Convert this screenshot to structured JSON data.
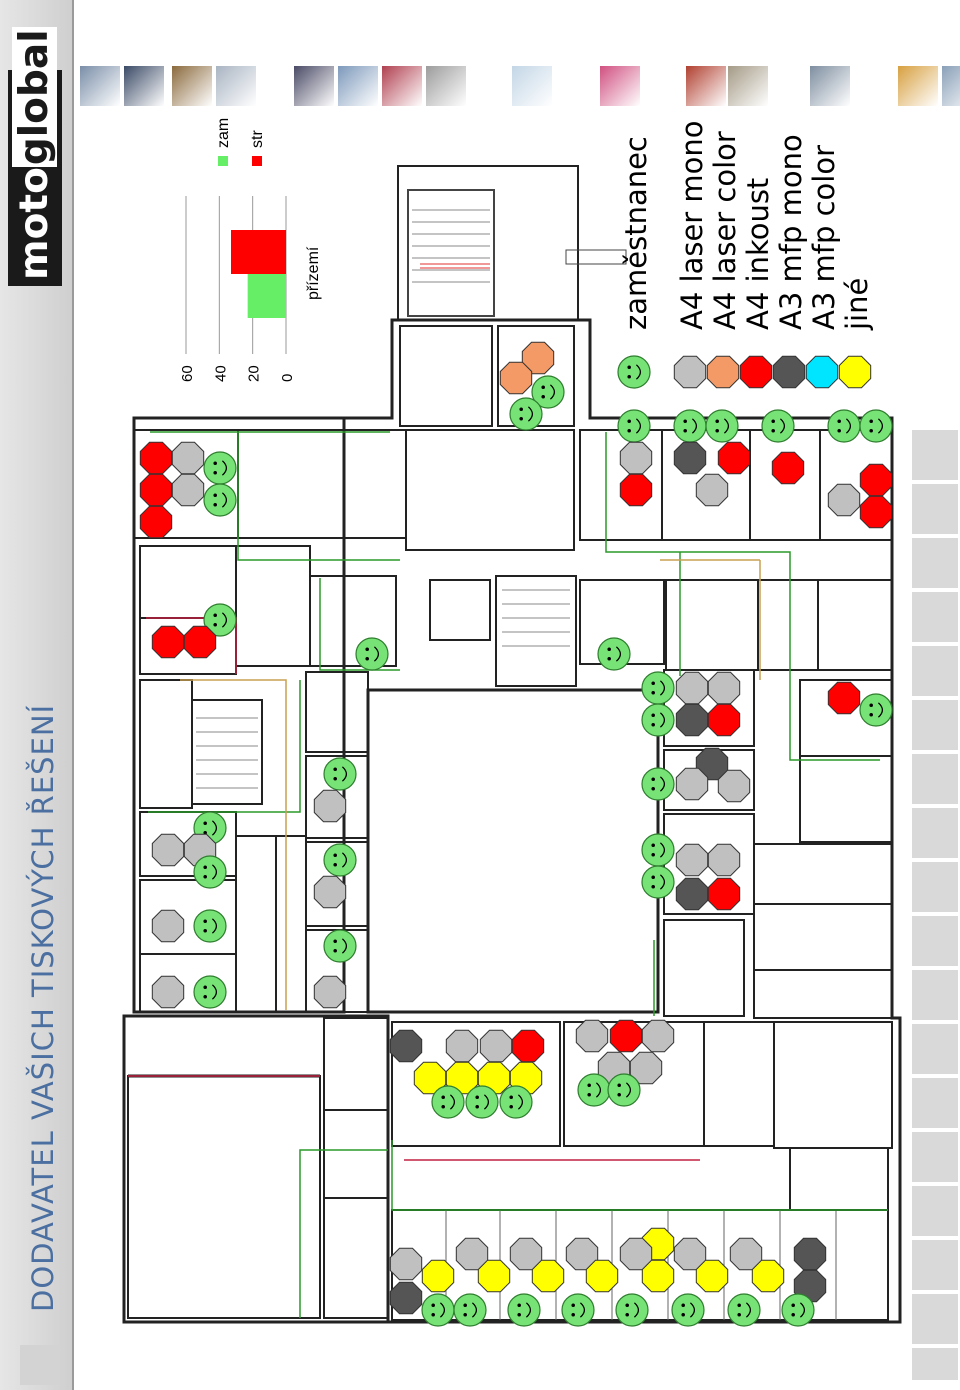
{
  "header": {
    "title": "DODAVATEL VAŠICH TISKOVÝCH ŘEŠENÍ",
    "logo_part1": "moto",
    "logo_part2": "global"
  },
  "thumbnails": {
    "colors": [
      "#7a8ea8",
      "#3a4a66",
      "#8b6a3d",
      "#a9b4c2",
      "#4a4a66",
      "#7d99bb",
      "#b04050",
      "#9c9c9c",
      "#c3d6e6",
      "#d05080",
      "#b04030",
      "#a49a86",
      "#7e8ea0",
      "#d7a040",
      "#8aa0b8"
    ]
  },
  "legend_icons": {
    "employee": "smiley-face-icon",
    "printer": "octagon-icon"
  },
  "chart_data": {
    "type": "bar",
    "categories": [
      "přízemí"
    ],
    "series": [
      {
        "name": "zam",
        "values": [
          23
        ],
        "color": "#66ee66"
      },
      {
        "name": "str",
        "values": [
          33
        ],
        "color": "#ff0000"
      }
    ],
    "yticks": [
      "60",
      "40",
      "20",
      "0"
    ],
    "ylim": [
      0,
      60
    ],
    "orientation": "rotated-90",
    "legend_placement": "right"
  },
  "legend": {
    "employee_label": "zaměstnanec",
    "items": [
      {
        "label": "A4 laser mono",
        "color": "#c0c0c0"
      },
      {
        "label": "A4 laser color",
        "color": "#f49a66"
      },
      {
        "label": "A4 inkoust",
        "color": "#ff0000"
      },
      {
        "label": "A3 mfp mono",
        "color": "#555555"
      },
      {
        "label": "A3 mfp color",
        "color": "#00e5ff"
      },
      {
        "label": "jiné",
        "color": "#ffff00"
      }
    ]
  },
  "markers": {
    "colors": {
      "g": "#c0c0c0",
      "o": "#f49a66",
      "r": "#ff0000",
      "d": "#555555",
      "y": "#ffff00",
      "s": "#77e377"
    },
    "items": [
      [
        "o",
        538,
        358
      ],
      [
        "o",
        516,
        378
      ],
      [
        "s",
        548,
        392
      ],
      [
        "s",
        526,
        414
      ],
      [
        "s",
        634,
        426
      ],
      [
        "s",
        690,
        426
      ],
      [
        "s",
        722,
        426
      ],
      [
        "s",
        778,
        426
      ],
      [
        "s",
        844,
        426
      ],
      [
        "s",
        876,
        426
      ],
      [
        "g",
        636,
        458
      ],
      [
        "d",
        690,
        458
      ],
      [
        "r",
        734,
        458
      ],
      [
        "r",
        788,
        468
      ],
      [
        "r",
        876,
        480
      ],
      [
        "r",
        636,
        490
      ],
      [
        "g",
        712,
        490
      ],
      [
        "g",
        844,
        500
      ],
      [
        "r",
        876,
        512
      ],
      [
        "r",
        156,
        458
      ],
      [
        "g",
        188,
        458
      ],
      [
        "s",
        220,
        468
      ],
      [
        "r",
        156,
        490
      ],
      [
        "g",
        188,
        490
      ],
      [
        "s",
        220,
        500
      ],
      [
        "r",
        156,
        522
      ],
      [
        "s",
        220,
        620
      ],
      [
        "r",
        168,
        642
      ],
      [
        "r",
        200,
        642
      ],
      [
        "s",
        372,
        654
      ],
      [
        "s",
        614,
        654
      ],
      [
        "s",
        658,
        688
      ],
      [
        "g",
        692,
        688
      ],
      [
        "g",
        724,
        688
      ],
      [
        "r",
        844,
        698
      ],
      [
        "s",
        876,
        710
      ],
      [
        "s",
        658,
        720
      ],
      [
        "d",
        692,
        720
      ],
      [
        "r",
        724,
        720
      ],
      [
        "d",
        712,
        764
      ],
      [
        "s",
        340,
        774
      ],
      [
        "s",
        658,
        784
      ],
      [
        "g",
        692,
        784
      ],
      [
        "g",
        734,
        786
      ],
      [
        "g",
        330,
        806
      ],
      [
        "s",
        210,
        828
      ],
      [
        "g",
        168,
        850
      ],
      [
        "g",
        200,
        850
      ],
      [
        "s",
        658,
        850
      ],
      [
        "g",
        692,
        860
      ],
      [
        "g",
        724,
        860
      ],
      [
        "s",
        340,
        860
      ],
      [
        "s",
        210,
        872
      ],
      [
        "g",
        330,
        892
      ],
      [
        "s",
        658,
        882
      ],
      [
        "d",
        692,
        894
      ],
      [
        "r",
        724,
        894
      ],
      [
        "g",
        168,
        926
      ],
      [
        "s",
        210,
        926
      ],
      [
        "s",
        340,
        946
      ],
      [
        "g",
        168,
        992
      ],
      [
        "s",
        210,
        992
      ],
      [
        "g",
        330,
        992
      ],
      [
        "d",
        406,
        1046
      ],
      [
        "g",
        462,
        1046
      ],
      [
        "g",
        496,
        1046
      ],
      [
        "r",
        528,
        1046
      ],
      [
        "g",
        592,
        1036
      ],
      [
        "r",
        626,
        1036
      ],
      [
        "g",
        658,
        1036
      ],
      [
        "y",
        430,
        1078
      ],
      [
        "y",
        462,
        1078
      ],
      [
        "y",
        494,
        1078
      ],
      [
        "y",
        526,
        1078
      ],
      [
        "g",
        614,
        1068
      ],
      [
        "g",
        646,
        1068
      ],
      [
        "s",
        448,
        1102
      ],
      [
        "s",
        482,
        1102
      ],
      [
        "s",
        516,
        1102
      ],
      [
        "s",
        594,
        1090
      ],
      [
        "s",
        624,
        1090
      ],
      [
        "y",
        658,
        1244
      ],
      [
        "g",
        406,
        1264
      ],
      [
        "g",
        472,
        1254
      ],
      [
        "g",
        526,
        1254
      ],
      [
        "g",
        582,
        1254
      ],
      [
        "g",
        636,
        1254
      ],
      [
        "g",
        690,
        1254
      ],
      [
        "g",
        746,
        1254
      ],
      [
        "d",
        810,
        1254
      ],
      [
        "y",
        438,
        1276
      ],
      [
        "y",
        494,
        1276
      ],
      [
        "y",
        548,
        1276
      ],
      [
        "y",
        602,
        1276
      ],
      [
        "y",
        658,
        1276
      ],
      [
        "y",
        712,
        1276
      ],
      [
        "y",
        768,
        1276
      ],
      [
        "d",
        810,
        1286
      ],
      [
        "d",
        406,
        1298
      ],
      [
        "s",
        438,
        1310
      ],
      [
        "s",
        470,
        1310
      ],
      [
        "s",
        524,
        1310
      ],
      [
        "s",
        578,
        1310
      ],
      [
        "s",
        632,
        1310
      ],
      [
        "s",
        688,
        1310
      ],
      [
        "s",
        744,
        1310
      ],
      [
        "s",
        798,
        1310
      ]
    ]
  }
}
